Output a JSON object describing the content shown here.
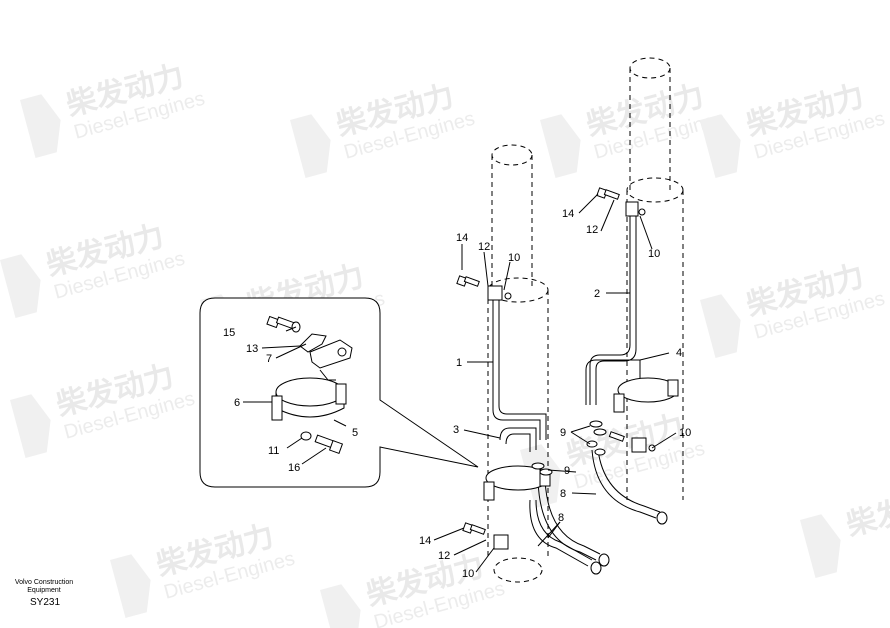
{
  "watermark": {
    "brand_cn": "柴发动力",
    "brand_en": "Diesel-Engines"
  },
  "caption": {
    "line1": "Volvo Construction",
    "line2": "Equipment"
  },
  "drawing_code": "SY231",
  "callouts": {
    "c15": "15",
    "c13": "13",
    "c7": "7",
    "c6": "6",
    "c5": "5",
    "c11": "11",
    "c16": "16",
    "c14a": "14",
    "c12a": "12",
    "c10a": "10",
    "c1": "1",
    "c3": "3",
    "c9a": "9",
    "c14b": "14",
    "c12b": "12",
    "c10b": "10",
    "c2": "2",
    "c4": "4",
    "c9b": "9",
    "c10c": "10",
    "c8a": "8",
    "c8b": "8",
    "c14c": "14",
    "c12c": "12",
    "c10d": "10"
  }
}
